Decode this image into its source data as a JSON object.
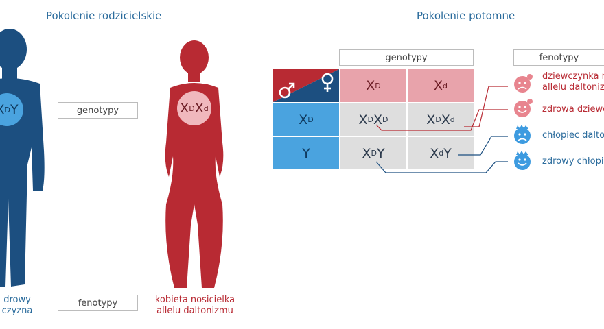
{
  "headings": {
    "parents": "Pokolenie rodzicielskie",
    "offspring": "Pokolenie potomne"
  },
  "labels": {
    "genotypes": "genotypy",
    "phenotypes": "fenotypy"
  },
  "father": {
    "genotype_base1": "X",
    "genotype_sup1": "D",
    "genotype_base2": "Y",
    "phenotype_line1": "drowy",
    "phenotype_line2": "czyzna",
    "color": "#1c4f80"
  },
  "mother": {
    "genotype_base1": "X",
    "genotype_sup1": "D",
    "genotype_base2": "X",
    "genotype_sup2": "d",
    "phenotype_line1": "kobieta nosicielka",
    "phenotype_line2": "allelu daltonizmu",
    "color": "#b82a33"
  },
  "punnett": {
    "col_headers": [
      {
        "base": "X",
        "sup": "D"
      },
      {
        "base": "X",
        "sup": "d"
      }
    ],
    "row_headers": [
      {
        "base": "X",
        "sup": "D"
      },
      {
        "base": "Y",
        "sup": ""
      }
    ],
    "cells": [
      [
        {
          "a": "X",
          "as": "D",
          "b": "X",
          "bs": "D"
        },
        {
          "a": "X",
          "as": "D",
          "b": "X",
          "bs": "d"
        }
      ],
      [
        {
          "a": "X",
          "as": "D",
          "b": "Y",
          "bs": ""
        },
        {
          "a": "X",
          "as": "d",
          "b": "Y",
          "bs": ""
        }
      ]
    ]
  },
  "phenotype_legend": [
    {
      "line1": "dziewczynka n",
      "line2": "allelu daltonizmu",
      "face": "sad",
      "color": "#e8858f"
    },
    {
      "line1": "zdrowa dziewc",
      "line2": "",
      "face": "happy",
      "color": "#e8858f"
    },
    {
      "line1": "chłopiec dalto",
      "line2": "",
      "face": "sad",
      "color": "#3d9be0"
    },
    {
      "line1": "zdrowy chłopie",
      "line2": "",
      "face": "happy",
      "color": "#3d9be0"
    }
  ],
  "colors": {
    "blue_dark": "#1c4f80",
    "red_dark": "#b82a33",
    "male_symbol": "#1c4f80",
    "female_symbol": "#b82a33"
  }
}
